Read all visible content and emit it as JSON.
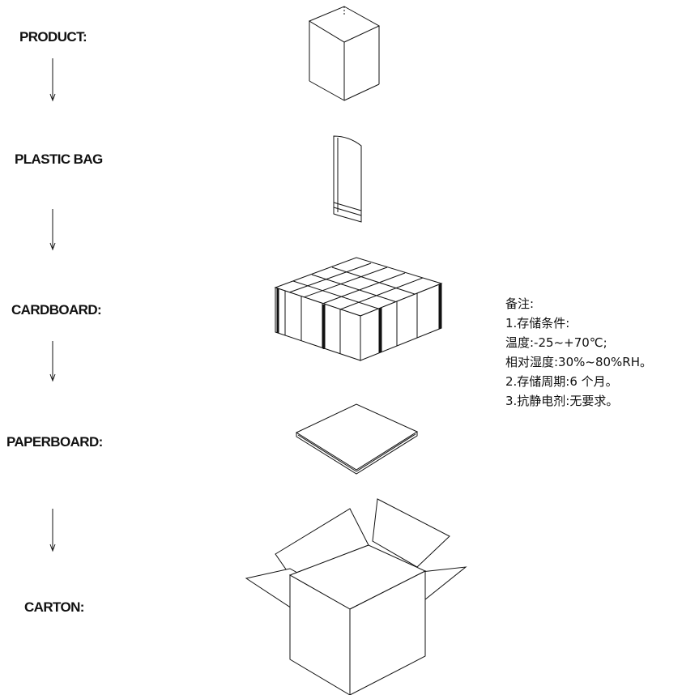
{
  "steps": [
    {
      "label": "PRODUCT:"
    },
    {
      "label": "PLASTIC BAG"
    },
    {
      "label": "CARDBOARD:"
    },
    {
      "label": "PAPERBOARD:"
    },
    {
      "label": "CARTON:"
    }
  ],
  "notes": {
    "title": "备注:",
    "lines": [
      "1.存储条件:",
      "温度:-25~+70℃;",
      "相对湿度:30%~80%RH。",
      "2.存储周期:6 个月。",
      "3.抗静电剂:无要求。"
    ]
  }
}
